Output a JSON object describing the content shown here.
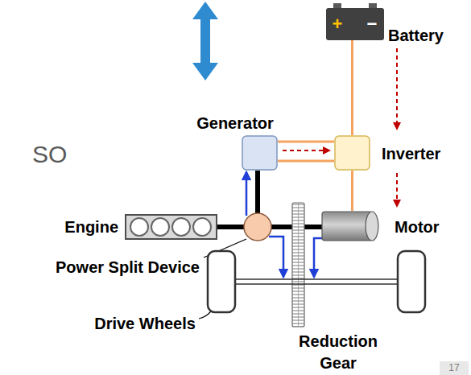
{
  "diagram": {
    "nodes": [
      {
        "text": [
          "Battery"
        ]
      },
      {
        "text": [
          "Generator"
        ]
      },
      {
        "text": [
          "Inverter"
        ]
      },
      {
        "text": [
          "Engine"
        ]
      },
      {
        "text": [
          "Power Split Device"
        ]
      },
      {
        "text": [
          "Motor"
        ]
      },
      {
        "text": [
          "Drive Wheels"
        ]
      }
    ],
    "edges": [
      {
        "from": 0,
        "to": 2,
        "arrow": "to"
      },
      {
        "from": 0,
        "to": 2,
        "arrow": "none"
      },
      {
        "from": 1,
        "to": 2,
        "arrow": "to"
      },
      {
        "from": 1,
        "to": 2,
        "arrow": "none"
      },
      {
        "from": 2,
        "to": 5,
        "arrow": "to"
      },
      {
        "from": 2,
        "to": 5,
        "arrow": "none"
      },
      {
        "from": 3,
        "to": 4,
        "arrow": "none"
      },
      {
        "from": 4,
        "to": 1,
        "arrow": "none"
      },
      {
        "from": 4,
        "to": 5,
        "arrow": "none"
      },
      {
        "from": 4,
        "to": 1,
        "arrow": "to"
      },
      {
        "from": 4,
        "to": 6,
        "arrow": "to"
      },
      {
        "from": 5,
        "to": 6,
        "arrow": "to"
      }
    ],
    "labels": [
      "SO",
      "+",
      "−",
      "Reduction Gear",
      "17"
    ]
  }
}
